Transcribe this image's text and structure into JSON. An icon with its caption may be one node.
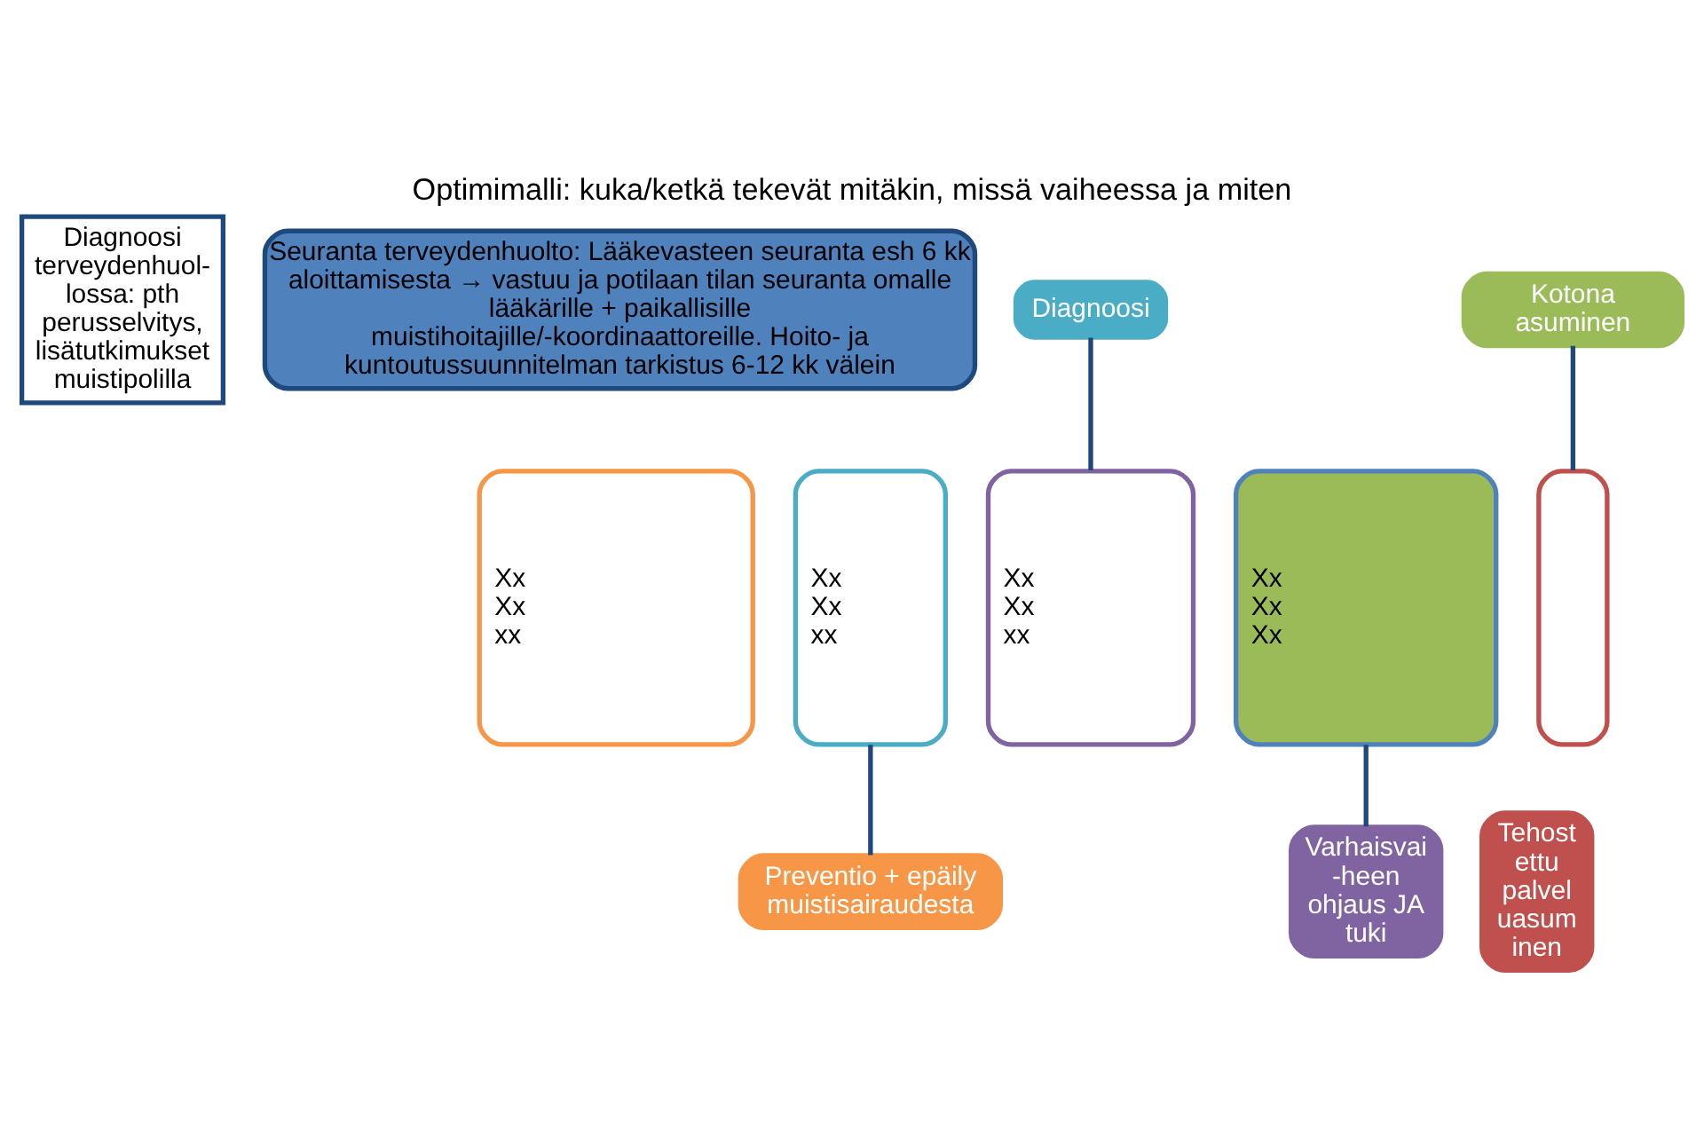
{
  "diagram": {
    "title": "Optimimalli: kuka/ketkä tekevät mitäkin, missä vaiheessa ja miten",
    "nodes": [
      {
        "text": [
          "Diagnoosi terveydenhuol- lossa: pth perusselvitys, lisätutkimukset muistipolilla"
        ]
      },
      {
        "text": [
          "Seuranta terveydenhuolto: Lääkevasteen seuranta esh 6 kk aloittamisesta → vastuu ja potilaan tilan seuranta omalle lääkärille + paikallisille muistihoitajille/-koordinaattoreille. Hoito- ja kuntoutussuunnitelman tarkistus 6-12 kk välein"
        ]
      },
      {
        "text": [
          "Xx",
          "Xx",
          "xx"
        ]
      },
      {
        "text": [
          "Preventio + epäily muistisairaudesta"
        ]
      },
      {
        "text": [
          "Diagnoosi"
        ]
      },
      {
        "text": [
          "Xx",
          "Xx",
          "xx"
        ]
      },
      {
        "text": [
          "Xx",
          "Xx",
          "xx"
        ]
      },
      {
        "text": [
          "Varhaisvai -heen ohjaus JA tuki"
        ]
      },
      {
        "text": [
          "Kotona asuminen"
        ]
      },
      {
        "text": [
          "Xx",
          "Xx",
          "Xx"
        ]
      },
      {
        "text": [],
        "shape": "box"
      },
      {
        "text": [
          "Tehost ettu palvel uasum inen"
        ]
      }
    ],
    "edges": [
      {
        "from": 4,
        "to": 6,
        "arrow": "none"
      },
      {
        "from": 5,
        "to": 3,
        "arrow": "none"
      },
      {
        "from": 8,
        "to": 10,
        "arrow": "none"
      },
      {
        "from": 9,
        "to": 7,
        "arrow": "none"
      }
    ]
  }
}
